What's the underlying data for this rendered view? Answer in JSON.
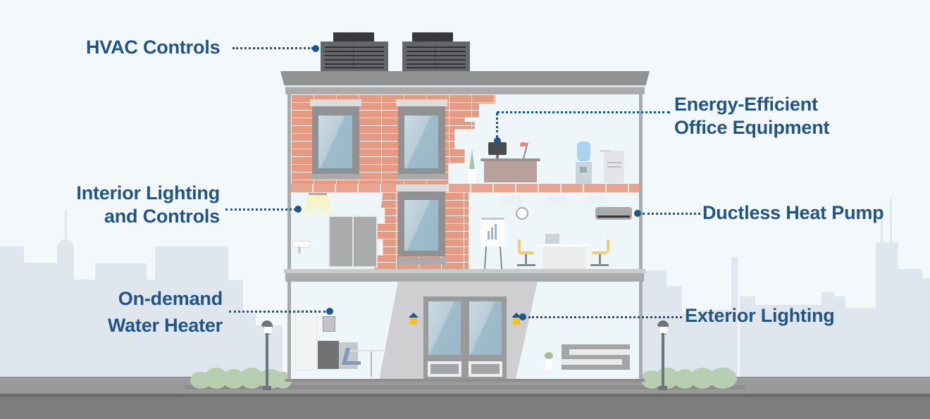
{
  "diagram": {
    "type": "building-energy-features-infographic",
    "colors": {
      "label_text": "#215487",
      "sky_background": "#f3f9fb",
      "skyline": "#dfe6ee",
      "brick": "#e59a84",
      "building_frame": "#a9abad",
      "roof": "#8f9193",
      "hvac_unit": "#65676b",
      "ground": "#7e7e7e",
      "sidewalk": "#9a9a9a",
      "bushes": "#b7cfb0",
      "lamp_glow": "#f2c12e"
    },
    "callouts": [
      {
        "id": "hvac",
        "lines": [
          "HVAC Controls"
        ],
        "side": "left",
        "target": "rooftop-hvac-units"
      },
      {
        "id": "office",
        "lines": [
          "Energy-Efficient",
          "Office Equipment"
        ],
        "side": "right",
        "target": "desk-computer-monitor"
      },
      {
        "id": "lighting",
        "lines": [
          "Interior Lighting",
          "and Controls"
        ],
        "side": "left",
        "target": "ceiling-light"
      },
      {
        "id": "heatpump",
        "lines": [
          "Ductless Heat Pump"
        ],
        "side": "right",
        "target": "wall-mounted-heat-pump"
      },
      {
        "id": "waterheater",
        "lines": [
          "On-demand",
          "Water Heater"
        ],
        "side": "left",
        "target": "wall-water-heater"
      },
      {
        "id": "exterior",
        "lines": [
          "Exterior Lighting"
        ],
        "side": "right",
        "target": "entrance-wall-lamp"
      }
    ],
    "building": {
      "floors": [
        {
          "level": 3,
          "rooms": [
            "brick-wall-with-windows",
            "office-with-desk",
            "water-cooler",
            "copier"
          ]
        },
        {
          "level": 2,
          "rooms": [
            "restroom-with-sink",
            "lockers",
            "meeting-room",
            "whiteboard-chart",
            "wall-clock",
            "heat-pump"
          ]
        },
        {
          "level": 1,
          "rooms": [
            "kitchen",
            "refrigerator",
            "dining-table",
            "entrance-doors",
            "lobby-bench",
            "planter"
          ]
        }
      ]
    }
  }
}
